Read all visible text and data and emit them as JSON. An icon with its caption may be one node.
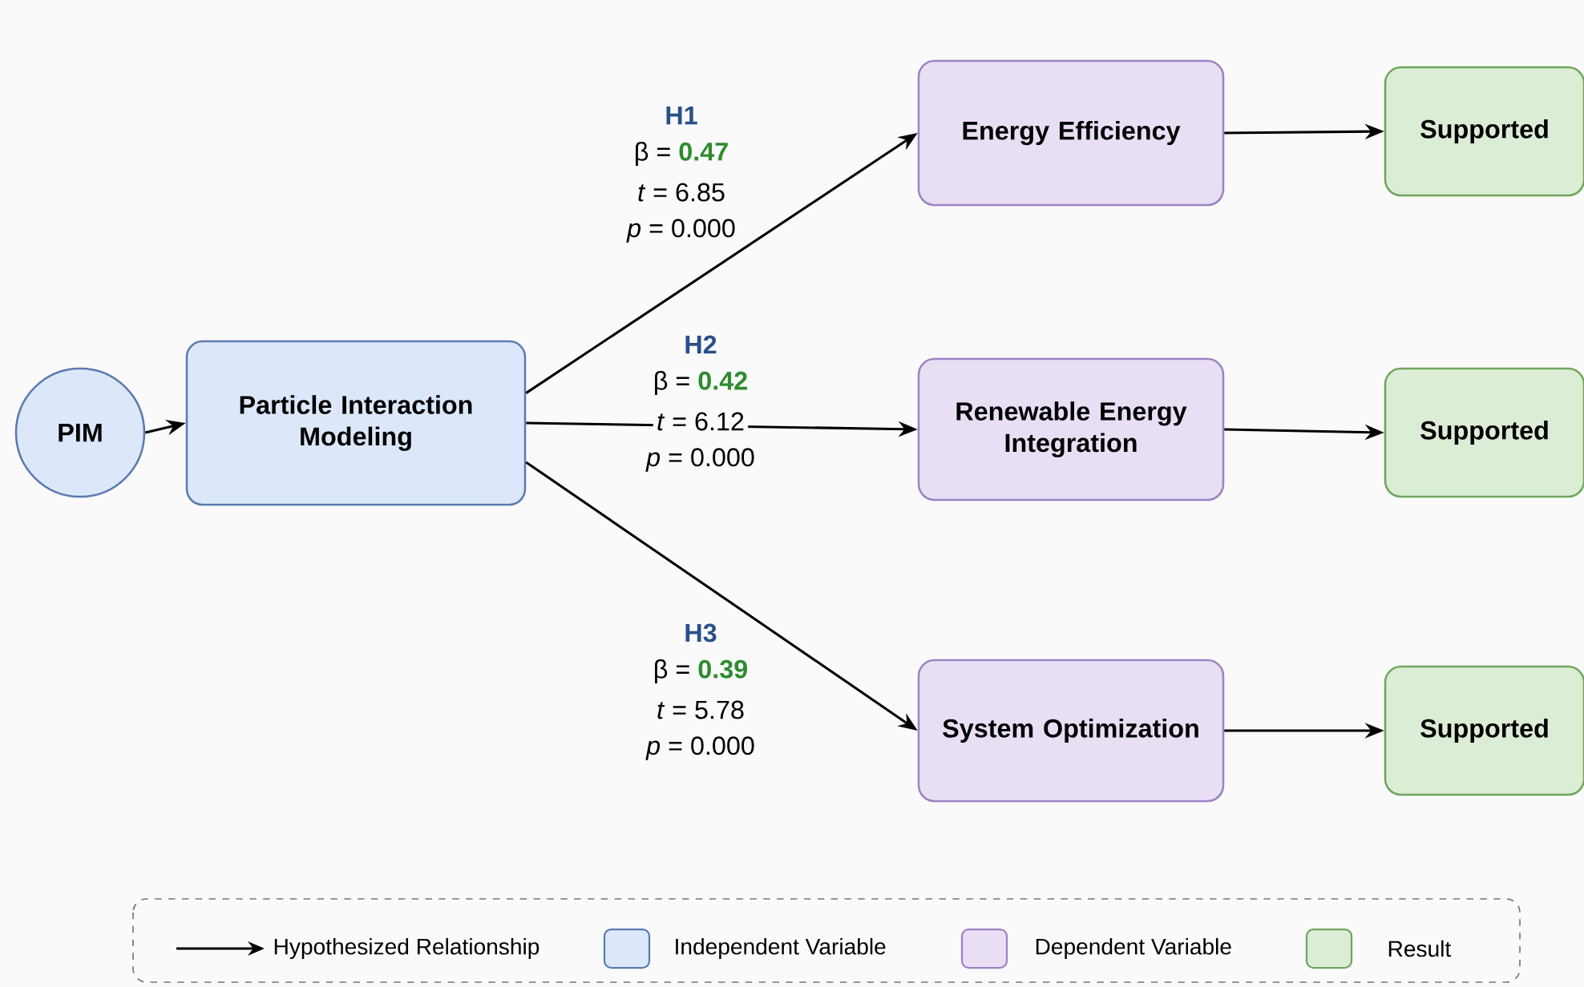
{
  "diagram": {
    "nodes": [
      {
        "text": [
          "PIM"
        ]
      },
      {
        "text": [
          "Particle Interaction Modeling"
        ]
      },
      {
        "text": [
          "Energy Efficiency"
        ]
      },
      {
        "text": [
          "Renewable Energy Integration"
        ]
      },
      {
        "text": [
          "System Optimization"
        ]
      },
      {
        "text": [
          "Supported"
        ]
      },
      {
        "text": [
          "Supported"
        ]
      },
      {
        "text": [
          "Supported"
        ]
      }
    ],
    "edges": [
      {
        "from": 0,
        "to": 1,
        "arrow": "to"
      },
      {
        "from": 1,
        "to": 2,
        "arrow": "to",
        "label": "H1"
      },
      {
        "from": 1,
        "to": 3,
        "arrow": "to",
        "label": "H2"
      },
      {
        "from": 1,
        "to": 4,
        "arrow": "to",
        "label": "H3"
      },
      {
        "from": 2,
        "to": 5,
        "arrow": "to"
      },
      {
        "from": 3,
        "to": 6,
        "arrow": "to"
      },
      {
        "from": 4,
        "to": 7,
        "arrow": "to"
      }
    ],
    "labels": [
      "β = **0.47**",
      "*t* = 6.85",
      "*p* = 0.000",
      "β = **0.42**",
      "*t* = 6.12",
      "*p* = 0.000",
      "β = **0.39**",
      "*t* = 5.78",
      "*p* = 0.000"
    ],
    "legend": [
      {
        "text": "Hypothesized Relationship"
      },
      {
        "text": "Independent Variable",
        "color": "#dce8fa"
      },
      {
        "text": "Dependent Variable",
        "color": "#e8dff5"
      },
      {
        "text": "Result",
        "color": "#dcedd5"
      }
    ]
  }
}
